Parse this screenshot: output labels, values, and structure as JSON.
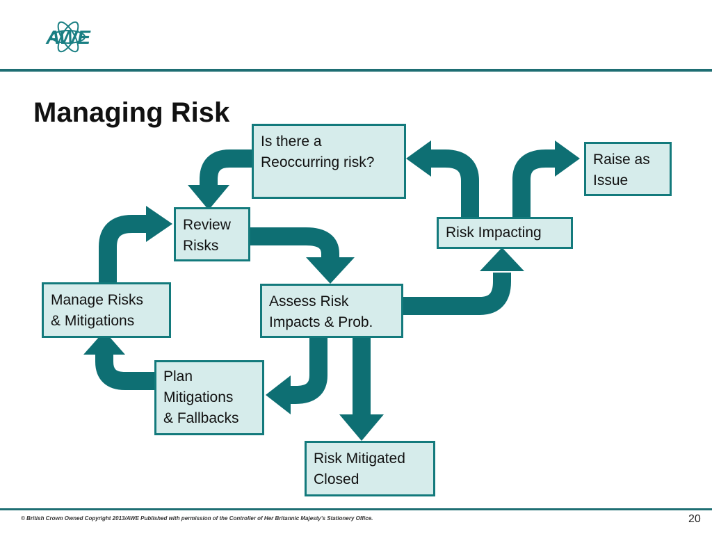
{
  "logo": {
    "text": "AWE",
    "color": "#1a7f83"
  },
  "title": "Managing Risk",
  "colors": {
    "accent": "#137a7c",
    "arrow": "#0e6f73",
    "box_fill": "#d6eceb",
    "rule": "#1e6e73"
  },
  "boxes": {
    "reoccurring": [
      "Is there a",
      "Reoccurring risk?"
    ],
    "raise_issue": [
      "Raise as",
      "Issue"
    ],
    "review": [
      "Review",
      "Risks"
    ],
    "risk_impacting": [
      "Risk Impacting"
    ],
    "manage": [
      "Manage Risks",
      "& Mitigations"
    ],
    "assess": [
      "Assess Risk",
      "Impacts & Prob."
    ],
    "plan": [
      "Plan",
      "Mitigations",
      "& Fallbacks"
    ],
    "mitigated": [
      "Risk Mitigated",
      "Closed"
    ]
  },
  "footer": {
    "copyright": "© British Crown Owned Copyright 2013/AWE Published with permission of the Controller of Her Britannic Majesty's Stationery Office.",
    "page_number": "20"
  }
}
